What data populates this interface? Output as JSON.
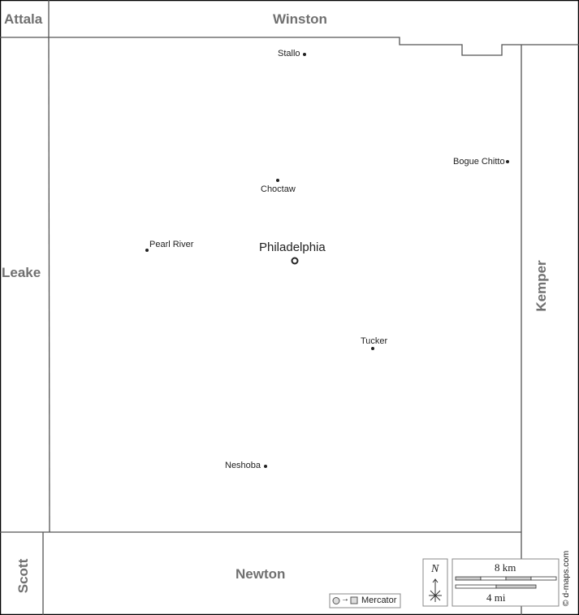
{
  "counties": {
    "attala": "Attala",
    "winston": "Winston",
    "leake": "Leake",
    "kemper": "Kemper",
    "scott": "Scott",
    "newton": "Newton"
  },
  "towns": {
    "stallo": "Stallo",
    "bogue_chitto": "Bogue Chitto",
    "choctaw": "Choctaw",
    "pearl_river": "Pearl River",
    "philadelphia": "Philadelphia",
    "tucker": "Tucker",
    "neshoba": "Neshoba"
  },
  "legend": {
    "projection": "Mercator",
    "north": "N",
    "scale_km": "8 km",
    "scale_mi": "4 mi",
    "credit": "© d-maps.com"
  }
}
